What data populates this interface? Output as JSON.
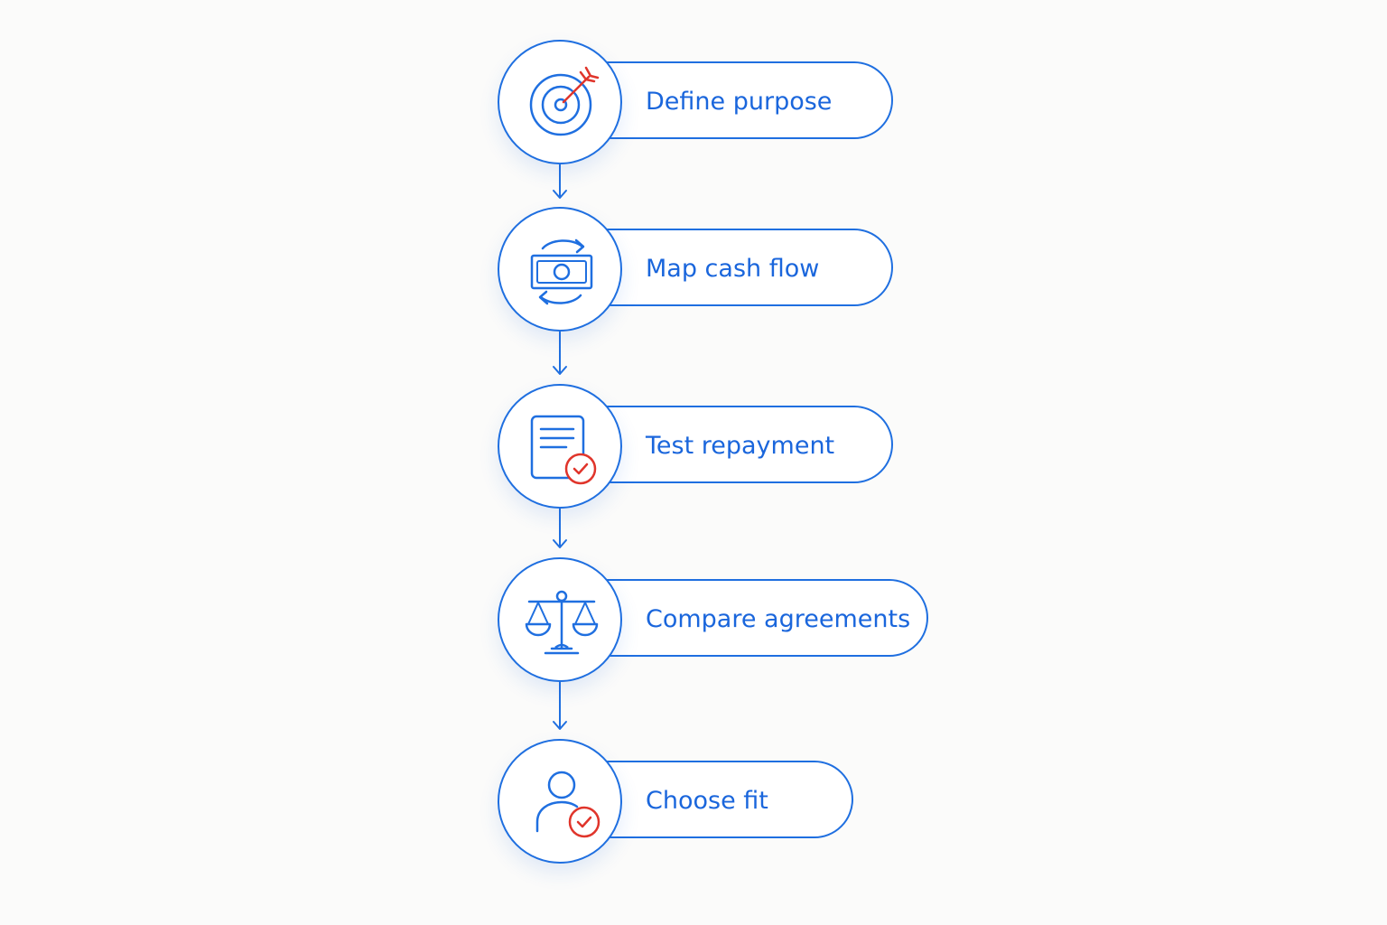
{
  "colors": {
    "accent": "#1f6fe0",
    "text": "#1a66dc",
    "highlight": "#e0352b",
    "background": "#fbfbfa"
  },
  "steps": [
    {
      "label": "Define purpose",
      "icon": "target-arrow-icon"
    },
    {
      "label": "Map cash flow",
      "icon": "cash-cycle-icon"
    },
    {
      "label": "Test repayment",
      "icon": "document-check-icon"
    },
    {
      "label": "Compare agreements",
      "icon": "scales-icon"
    },
    {
      "label": "Choose fit",
      "icon": "person-check-icon"
    }
  ]
}
